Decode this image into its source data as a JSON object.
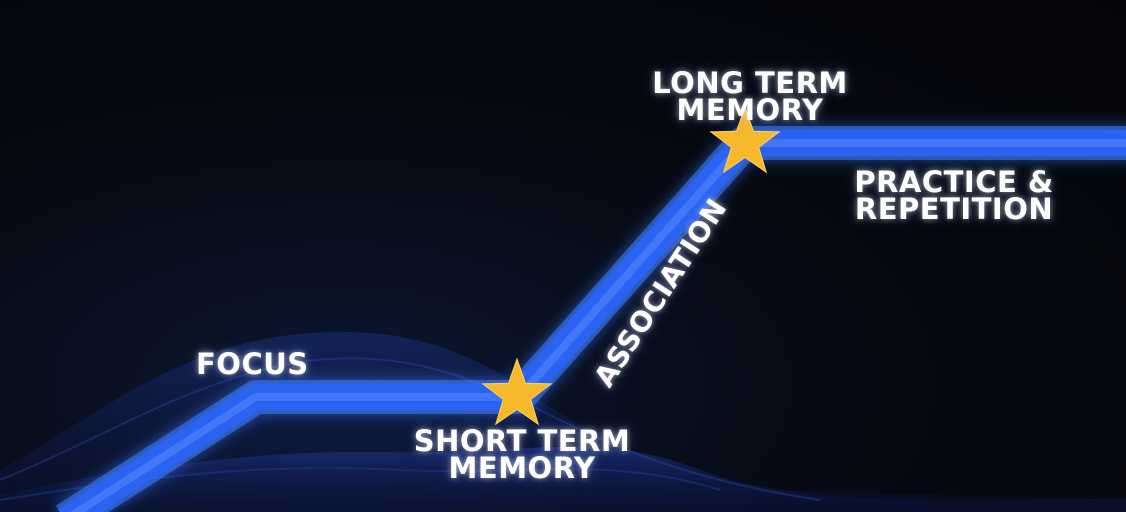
{
  "labels": {
    "focus": "FOCUS",
    "short_term": [
      "SHORT TERM",
      "MEMORY"
    ],
    "long_term": [
      "LONG TERM",
      "MEMORY"
    ],
    "practice": [
      "PRACTICE &",
      "REPETITION"
    ],
    "association": "ASSOCIATION"
  },
  "colors": {
    "path": "#2a63f2",
    "path_glow": "#3d7bff",
    "star": "#f6b92b",
    "background": "#06080d",
    "text": "#ffffff"
  },
  "icons": [
    "star-icon",
    "star-icon"
  ]
}
